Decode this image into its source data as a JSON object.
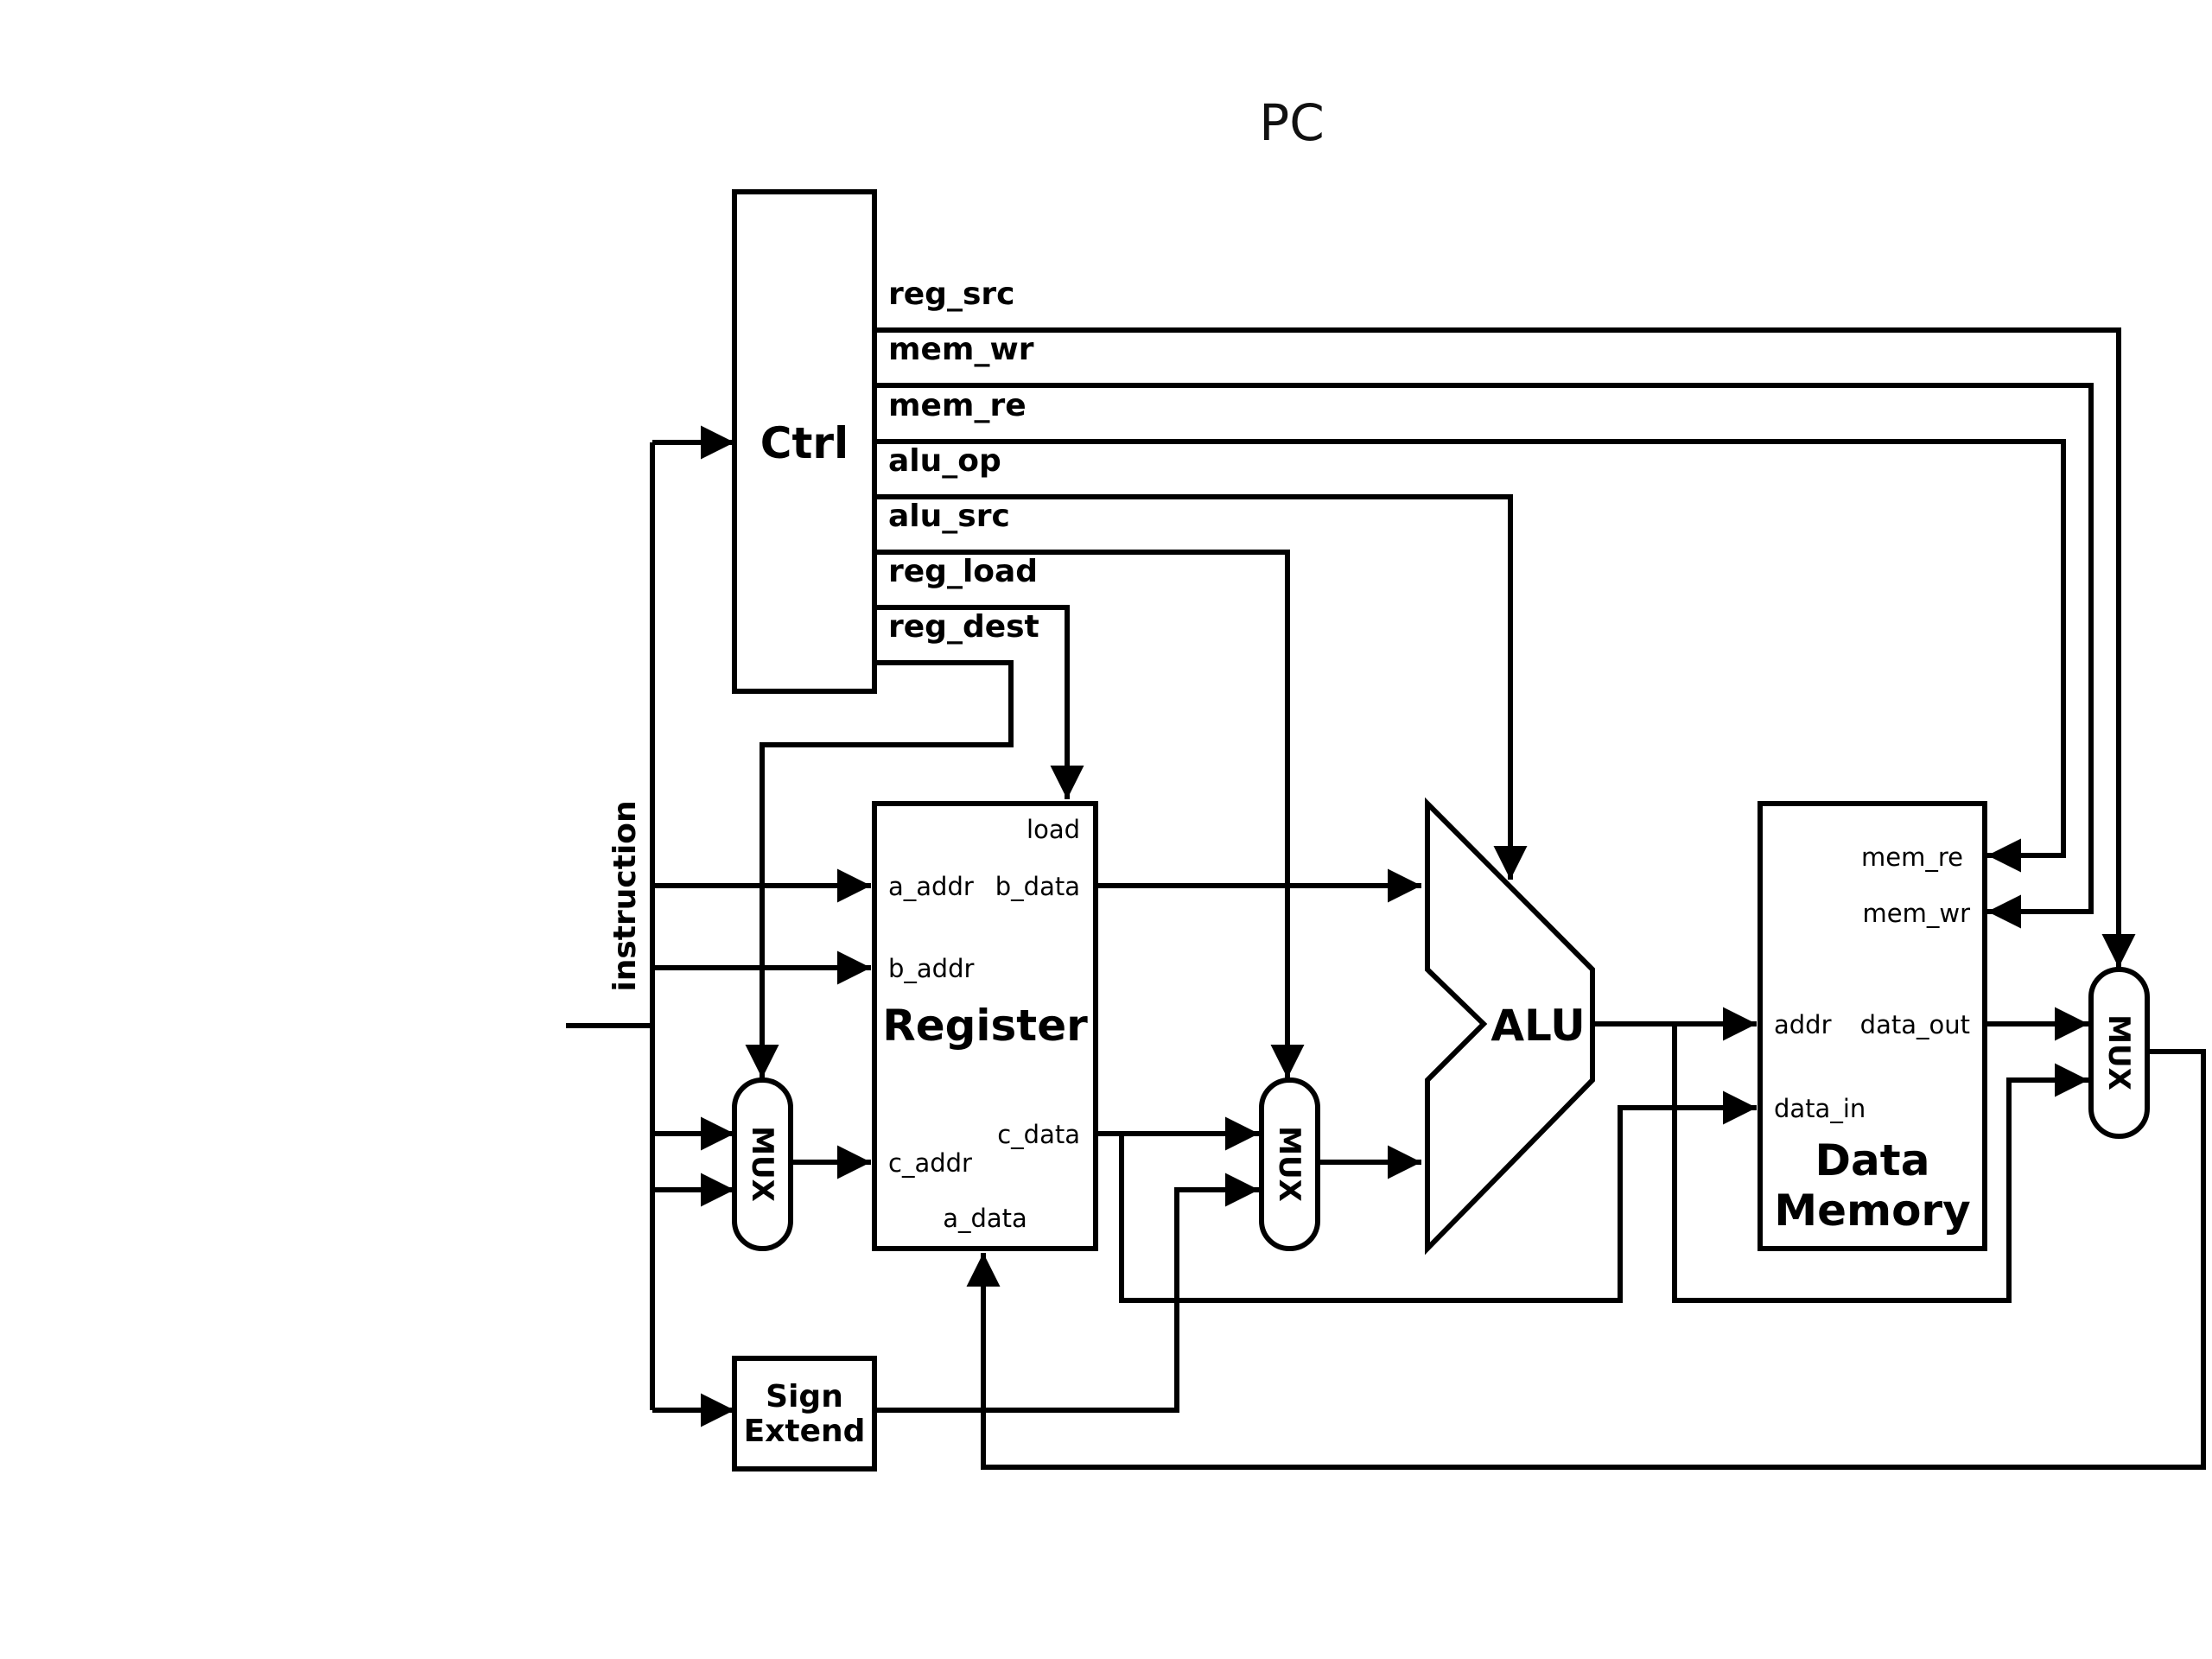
{
  "title": "PC",
  "diagram": {
    "blocks": {
      "ctrl": "Ctrl",
      "register": "Register",
      "alu": "ALU",
      "data_memory": [
        "Data",
        "Memory"
      ],
      "sign_extend": [
        "Sign",
        "Extend"
      ],
      "mux": "MUX"
    },
    "ctrl_signals": [
      "reg_src",
      "mem_wr",
      "mem_re",
      "alu_op",
      "alu_src",
      "reg_load",
      "reg_dest"
    ],
    "register_ports": {
      "load": "load",
      "a_addr": "a_addr",
      "b_addr": "b_addr",
      "c_addr": "c_addr",
      "b_data": "b_data",
      "c_data": "c_data",
      "a_data": "a_data"
    },
    "memory_ports": {
      "mem_re": "mem_re",
      "mem_wr": "mem_wr",
      "addr": "addr",
      "data_in": "data_in",
      "data_out": "data_out"
    },
    "input_label": "instruction"
  }
}
